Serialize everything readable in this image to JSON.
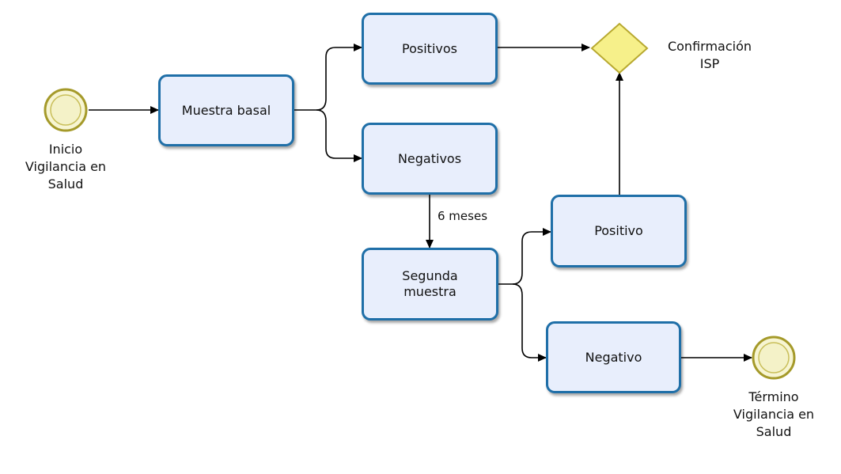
{
  "diagram": {
    "start_event": {
      "label": "Inicio\nVigilancia en\nSalud"
    },
    "end_event": {
      "label": "Término\nVigilancia en\nSalud"
    },
    "tasks": {
      "muestra_basal": "Muestra basal",
      "positivos": "Positivos",
      "negativos": "Negativos",
      "segunda_muestra": "Segunda\nmuestra",
      "positivo": "Positivo",
      "negativo": "Negativo"
    },
    "gateway": {
      "label": "Confirmación\nISP"
    },
    "edge_labels": {
      "seis_meses": "6 meses"
    },
    "colors": {
      "task_fill": "#e8eefc",
      "task_border": "#1f6fa8",
      "event_fill": "#f4f2c8",
      "event_border": "#a59a2a",
      "gateway_fill": "#f6f08a",
      "gateway_border": "#b8a930",
      "edge": "#000000"
    }
  }
}
